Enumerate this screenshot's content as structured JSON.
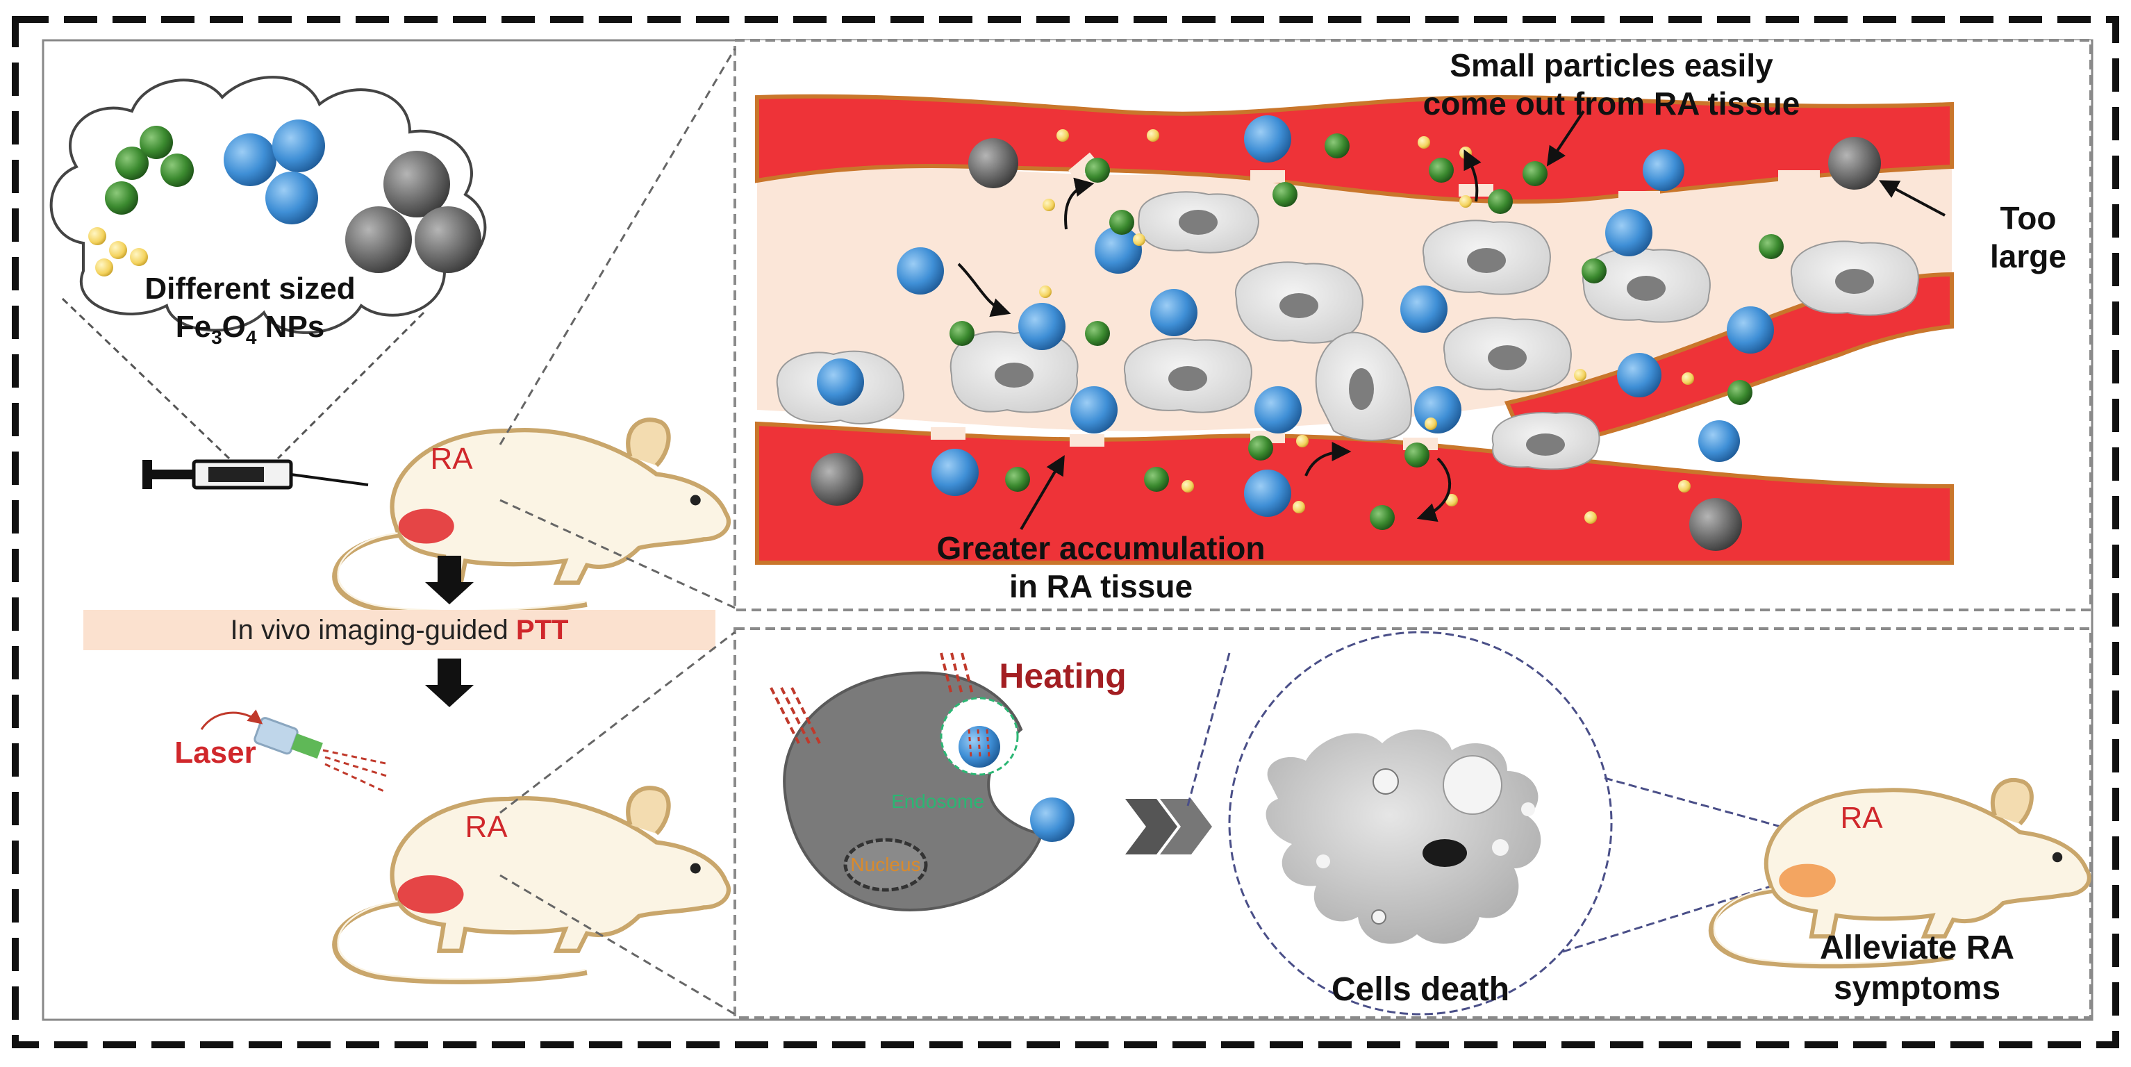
{
  "figure": {
    "nps_label_line1": "Different sized",
    "nps_label_line2_base": "Fe",
    "nps_label_line2_sub1": "3",
    "nps_label_line2_mid": "O",
    "nps_label_line2_sub2": "4",
    "nps_label_line2_tail": " NPs",
    "ra_label_top": "RA",
    "ra_label_bottom": "RA",
    "ra_label_right": "RA",
    "ptt_text": "In vivo imaging-guided ",
    "ptt_highlight": "PTT",
    "laser_label": "Laser",
    "small_particles_line1": "Small particles easily",
    "small_particles_line2": "come out from RA tissue",
    "too_large_line1": "Too",
    "too_large_line2": "large",
    "greater_accum_line1": "Greater accumulation",
    "greater_accum_line2": "in RA tissue",
    "heating_label": "Heating",
    "endosome_label": "Endosome",
    "nucleus_label": "Nucleus",
    "cells_death_label": "Cells death",
    "alleviate_line1": "Alleviate RA",
    "alleviate_line2": "symptoms"
  },
  "colors": {
    "vessel_red": "#ee3338",
    "vessel_edge": "#c9762b",
    "tissue": "#fbe6d8",
    "np_blue": "#3f8fd6",
    "np_green": "#3b8a2f",
    "np_gray": "#6b6b6b",
    "np_yellow": "#f4d35e",
    "accent_red": "#d0272b",
    "endosome_green": "#2bb673",
    "nucleus_orange": "#d98a2c",
    "ptt_band": "#fbe1cf"
  }
}
